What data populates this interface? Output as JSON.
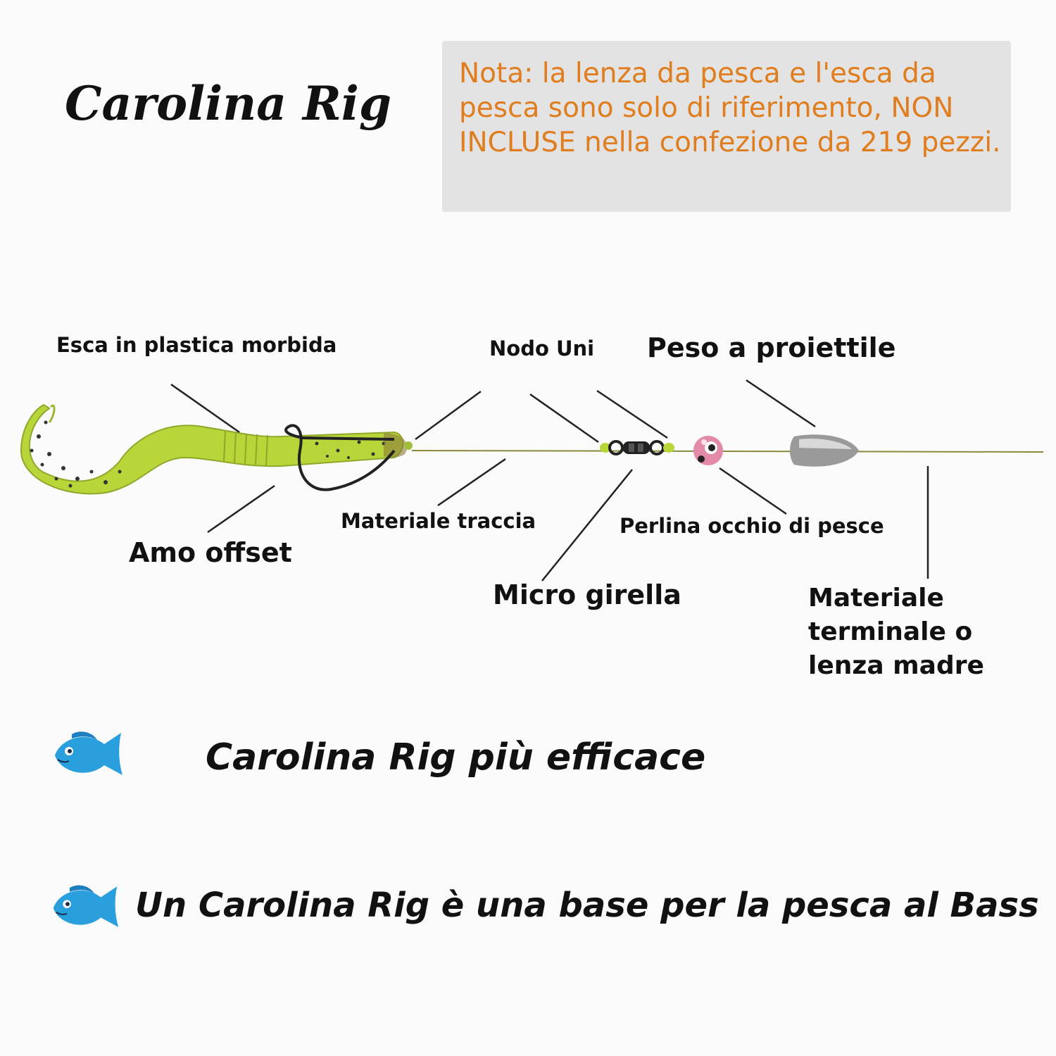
{
  "title": "Carolina Rig",
  "note": {
    "text": "Nota: la lenza da pesca e l'esca da pesca sono solo di riferimento, NON INCLUSE nella confezione da 219 pezzi.",
    "color": "#e07d1e"
  },
  "labels": {
    "soft_bait": "Esca in plastica morbida",
    "uni_knot": "Nodo Uni",
    "bullet_weight": "Peso a proiettile",
    "offset_hook": "Amo offset",
    "leader_material": "Materiale traccia",
    "fish_eye_bead": "Perlina occhio di pesce",
    "micro_swivel": "Micro girella",
    "main_line": "Materiale terminale o lenza madre"
  },
  "taglines": [
    {
      "text": "Carolina Rig più efficace",
      "icon": "fish-icon"
    },
    {
      "text": "Un Carolina Rig è una base per la pesca al Bass",
      "icon": "fish-icon"
    }
  ]
}
